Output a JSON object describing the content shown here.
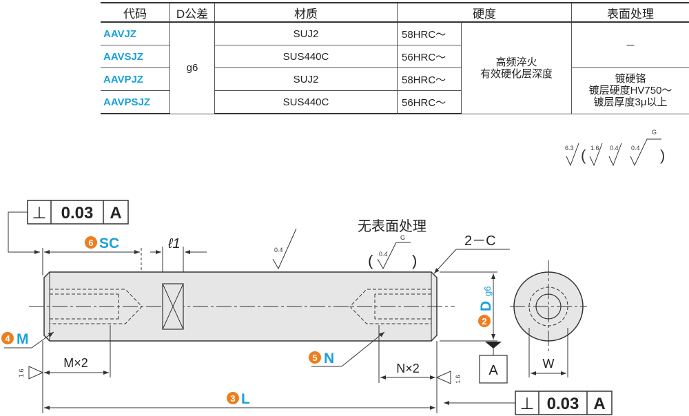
{
  "table": {
    "headers": {
      "code": "代码",
      "d_tol": "D公差",
      "material": "材质",
      "hardness": "硬度",
      "surface": "表面处理"
    },
    "rows": [
      {
        "code": "AAVJZ",
        "material": "SUJ2",
        "hardness": "58HRC～"
      },
      {
        "code": "AAVSJZ",
        "material": "SUS440C",
        "hardness": "56HRC～"
      },
      {
        "code": "AAVPJZ",
        "material": "SUJ2",
        "hardness": "58HRC～"
      },
      {
        "code": "AAVPSJZ",
        "material": "SUS440C",
        "hardness": "56HRC～"
      }
    ],
    "tolerance": "g6",
    "hardness_note_1": "高频淬火",
    "hardness_note_2": "有效硬化层深度",
    "surface_none": "－",
    "surface_plating_1": "镀硬铬",
    "surface_plating_2": "镀层硬度HV750～",
    "surface_plating_3": "镀层厚度3μ以上"
  },
  "roughness_legend": {
    "r1": "6.3",
    "r2": "1.6",
    "r3": "0.4",
    "r4": "0.4",
    "g": "G",
    "open_paren": "(",
    "close_paren": ")"
  },
  "drawing": {
    "frame_top": {
      "symbol": "⊥",
      "value": "0.03",
      "datum": "A"
    },
    "frame_bottom": {
      "symbol": "⊥",
      "value": "0.03",
      "datum": "A"
    },
    "datum_box": "A",
    "sc": {
      "num": "6",
      "label": "SC"
    },
    "l1": "ℓ1",
    "d": {
      "num": "2",
      "label": "D",
      "sub": "g6"
    },
    "m": {
      "num": "4",
      "label": "M"
    },
    "n": {
      "num": "5",
      "label": "N"
    },
    "l": {
      "num": "3",
      "label": "L"
    },
    "no_surface": "无表面处理",
    "chamfer": "2－C",
    "m_x2": "M×2",
    "n_x2": "N×2",
    "w": "W",
    "rough_04": "0.4",
    "rough_04b": "0.4",
    "rough_g": "G",
    "rough_16_left": "1.6",
    "rough_16_right": "1.6"
  },
  "colors": {
    "accent_orange": "#ee7d1d",
    "accent_blue": "#1aa0dc",
    "part_fill": "#e6e6e6",
    "line": "#333333"
  }
}
